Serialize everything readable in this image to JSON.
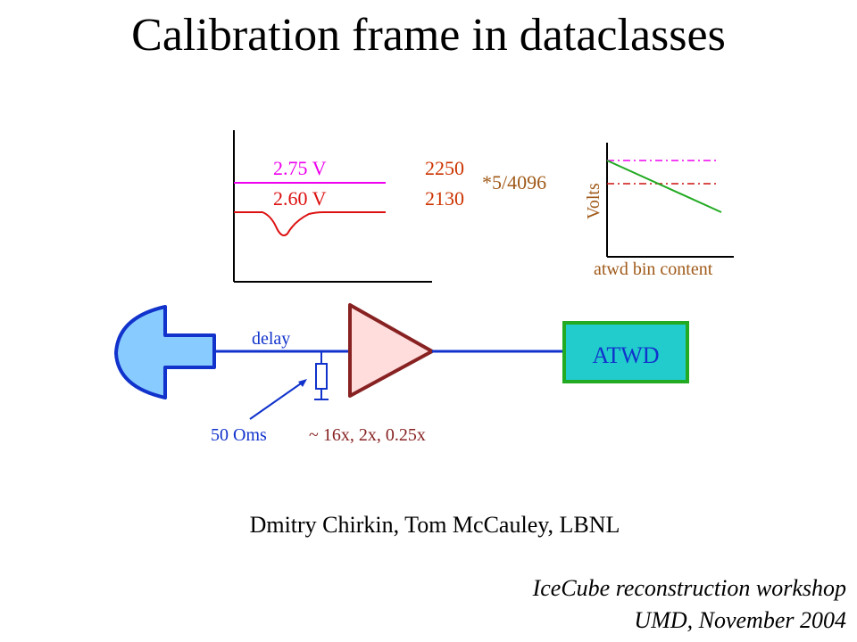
{
  "slide": {
    "title": "Calibration frame in dataclasses",
    "authors": "Dmitry Chirkin, Tom McCauley, LBNL",
    "footer_line1": "IceCube reconstruction workshop",
    "footer_line2": "UMD, November 2004"
  },
  "waveform_plot": {
    "level_high_label": "2.75 V",
    "level_low_label": "2.60 V",
    "count_high": "2250",
    "count_low": "2130",
    "scale_factor": "*5/4096",
    "color_high": "#ee00ee",
    "color_low": "#dd1111",
    "color_counts": "#cc3300",
    "color_scale": "#a05a1a"
  },
  "calibration_plot": {
    "ylabel": "Volts",
    "xlabel": "atwd bin content",
    "label_color": "#a05a1a",
    "line_color": "#22aa22"
  },
  "circuit": {
    "delay_label": "delay",
    "resistor_label": "50 Oms",
    "gain_label": "~ 16x, 2x, 0.25x",
    "atwd_label": "ATWD",
    "wire_color": "#1133cc",
    "pmt_fill": "#88ccff",
    "amp_fill": "#ffdddd",
    "amp_stroke": "#882222",
    "atwd_fill": "#22cccc",
    "atwd_stroke": "#22aa22"
  }
}
